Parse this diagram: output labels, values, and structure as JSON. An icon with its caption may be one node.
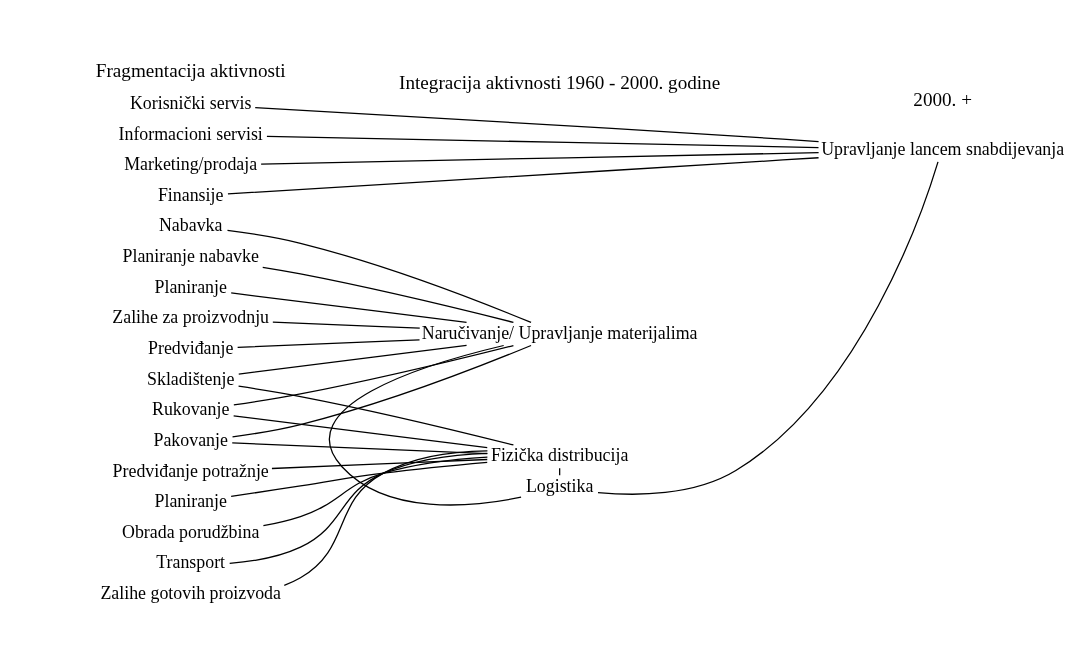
{
  "diagram": {
    "nodes": [
      {
        "text": [
          "Predviđanje"
        ]
      },
      {
        "text": [
          "Nabavka"
        ]
      },
      {
        "text": [
          "Planiranje nabavke"
        ]
      },
      {
        "text": [
          "Planiranje"
        ]
      },
      {
        "text": [
          "Zalihe za proizvodnju"
        ]
      },
      {
        "text": [
          "Skladištenje"
        ]
      },
      {
        "text": [
          "Rukovanje"
        ]
      },
      {
        "text": [
          "Pakovanje"
        ]
      },
      {
        "text": [
          "Zalihe gotovih proizvoda"
        ]
      },
      {
        "text": [
          "Predviđanje potražnje"
        ]
      },
      {
        "text": [
          "Planiranje"
        ]
      },
      {
        "text": [
          "Obrada porudžbina"
        ]
      },
      {
        "text": [
          "Transport"
        ]
      },
      {
        "text": [
          "Korisnički servis"
        ]
      },
      {
        "text": [
          "Informacioni servisi"
        ]
      },
      {
        "text": [
          "Marketing/prodaja"
        ]
      },
      {
        "text": [
          "Finansije"
        ]
      },
      {
        "text": [
          "Naručivanje/ Upravljanje materijalima"
        ]
      },
      {
        "text": [
          "Fizička distribucija"
        ]
      },
      {
        "text": [
          "Logistika"
        ]
      },
      {
        "text": [
          "Upravljanje lancem snabdijevanja"
        ]
      }
    ],
    "edges": [
      {
        "from": 0,
        "to": 17,
        "arrow": "none"
      },
      {
        "from": 1,
        "to": 17,
        "arrow": "none"
      },
      {
        "from": 2,
        "to": 17,
        "arrow": "none"
      },
      {
        "from": 3,
        "to": 17,
        "arrow": "none"
      },
      {
        "from": 4,
        "to": 17,
        "arrow": "none"
      },
      {
        "from": 5,
        "to": 17,
        "arrow": "none"
      },
      {
        "from": 6,
        "to": 17,
        "arrow": "none"
      },
      {
        "from": 7,
        "to": 17,
        "arrow": "none"
      },
      {
        "from": 5,
        "to": 18,
        "arrow": "none"
      },
      {
        "from": 6,
        "to": 18,
        "arrow": "none"
      },
      {
        "from": 7,
        "to": 18,
        "arrow": "none"
      },
      {
        "from": 8,
        "to": 18,
        "arrow": "none"
      },
      {
        "from": 9,
        "to": 18,
        "arrow": "none"
      },
      {
        "from": 10,
        "to": 18,
        "arrow": "none"
      },
      {
        "from": 11,
        "to": 18,
        "arrow": "none"
      },
      {
        "from": 12,
        "to": 18,
        "arrow": "none"
      },
      {
        "from": 17,
        "to": 19,
        "arrow": "none"
      },
      {
        "from": 18,
        "to": 19,
        "arrow": "none"
      },
      {
        "from": 19,
        "to": 20,
        "arrow": "none"
      },
      {
        "from": 13,
        "to": 20,
        "arrow": "none"
      },
      {
        "from": 14,
        "to": 20,
        "arrow": "none"
      },
      {
        "from": 15,
        "to": 20,
        "arrow": "none"
      },
      {
        "from": 16,
        "to": 20,
        "arrow": "none"
      }
    ],
    "labels": [
      "Fragmentacija aktivnosti",
      "Integracija aktivnosti 1960 - 2000. godine",
      "2000. +"
    ]
  }
}
